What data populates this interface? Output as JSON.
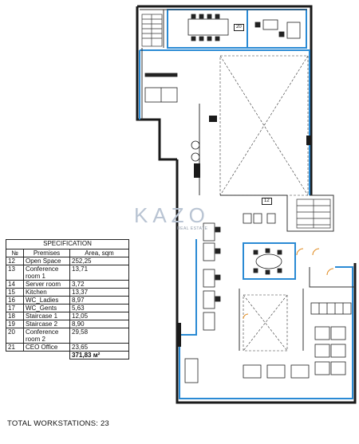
{
  "specification": {
    "title": "SPECIFICATION",
    "headers": [
      "№",
      "Premises",
      "Area, sqm"
    ],
    "rows": [
      {
        "no": "12",
        "premises": "Open Space",
        "area": "252,25"
      },
      {
        "no": "13",
        "premises": "Conference room 1",
        "area": "13,71"
      },
      {
        "no": "14",
        "premises": "Server room",
        "area": "3,72"
      },
      {
        "no": "15",
        "premises": "Kitchen",
        "area": "13,37"
      },
      {
        "no": "16",
        "premises": "WC_Ladies",
        "area": "8,97"
      },
      {
        "no": "17",
        "premises": "WC_Gents",
        "area": "5,63"
      },
      {
        "no": "18",
        "premises": "Staircase 1",
        "area": "12,05"
      },
      {
        "no": "19",
        "premises": "Staircase 2",
        "area": "8,90"
      },
      {
        "no": "20",
        "premises": "Conference room 2",
        "area": "29,58"
      },
      {
        "no": "21",
        "premises": "CEO Office",
        "area": "23,65"
      }
    ],
    "total": "371,83 м²"
  },
  "workstations_label": "TOTAL WORKSTATIONS: 23",
  "watermark": {
    "brand": "KAZO",
    "subtitle": "REAL ESTATE"
  },
  "room_tags": {
    "conference_2": "20",
    "open_space": "12"
  },
  "colors": {
    "outline": "#2a8ad4",
    "wall": "#1a1a1a",
    "door": "#e08a1e"
  }
}
